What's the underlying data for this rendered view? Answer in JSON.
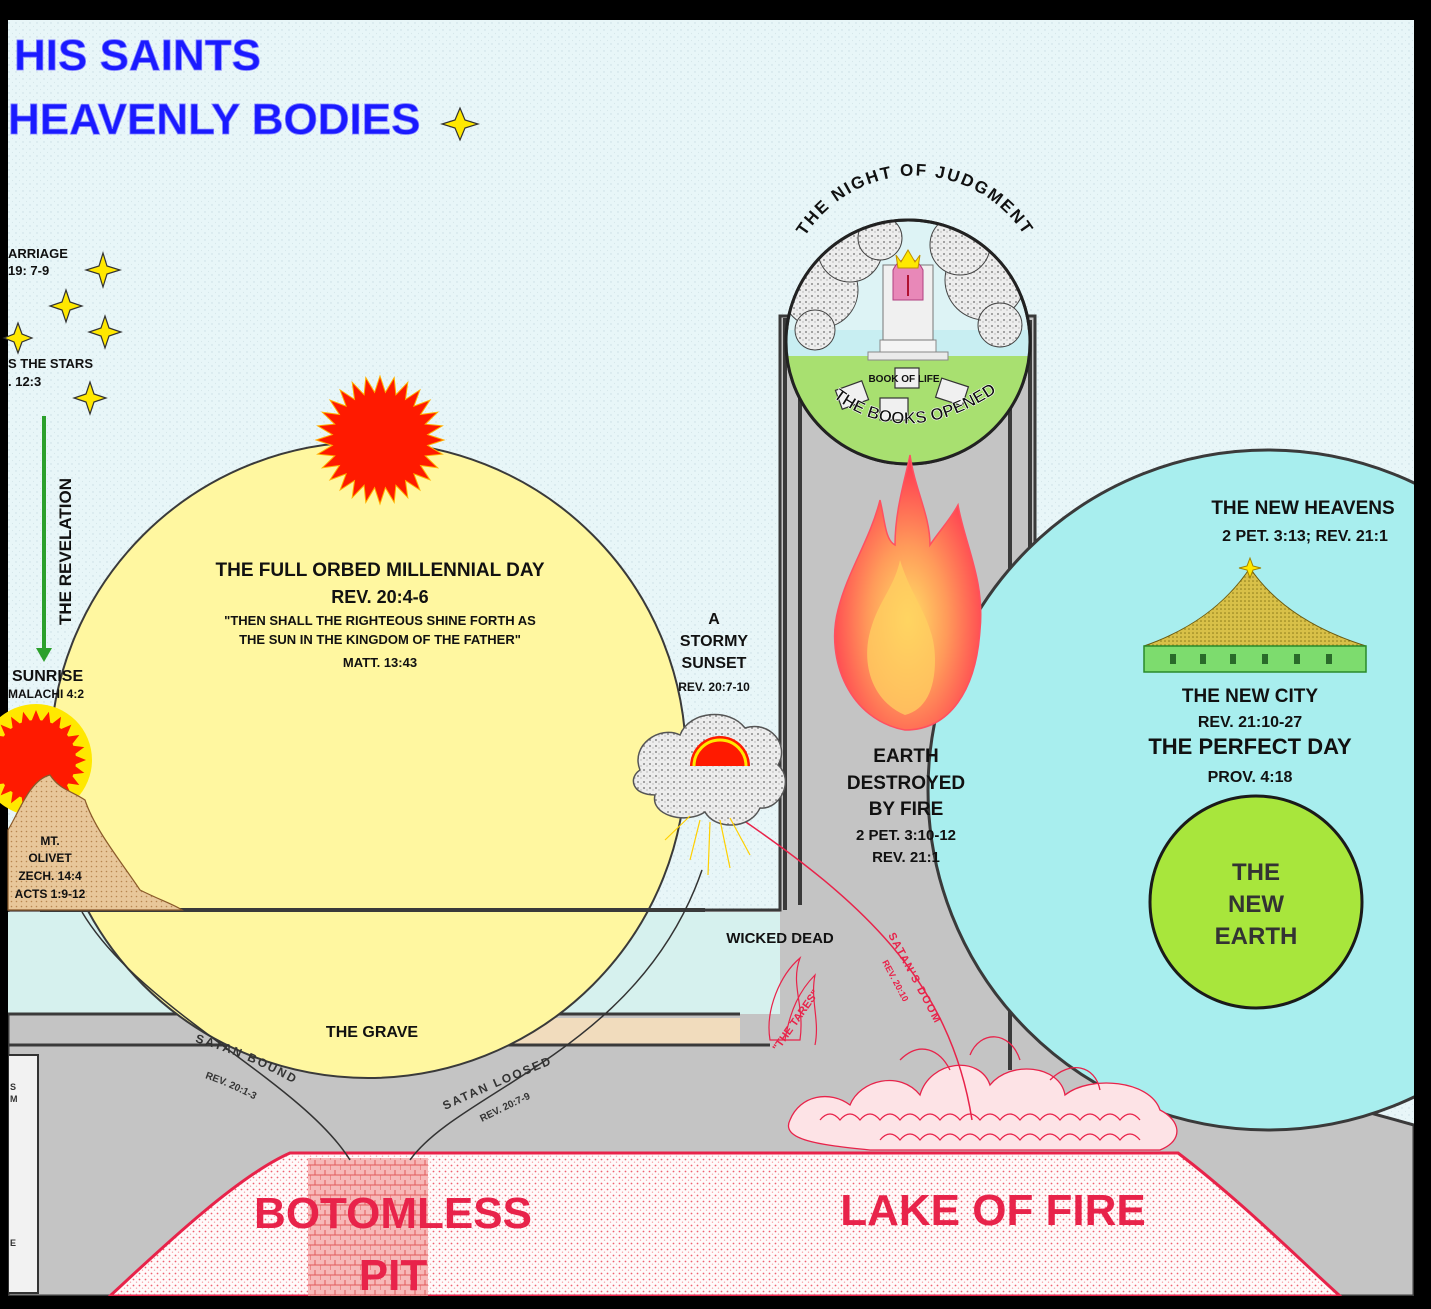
{
  "header": {
    "line1": "HIS SAINTS",
    "line2": "HEAVENLY BODIES"
  },
  "left_fragments": {
    "marriage": "ARRIAGE",
    "marriage_ref": "19: 7-9",
    "stars": "S THE STARS",
    "stars_ref": ". 12:3",
    "revelation": "THE REVELATION",
    "sunrise": "SUNRISE",
    "sunrise_ref": "MALACHI 4:2",
    "olivet": [
      "MT.",
      "OLIVET",
      "ZECH. 14:4",
      "ACTS 1:9-12"
    ],
    "side_glyphs": [
      "S",
      "M",
      "E"
    ]
  },
  "millennium": {
    "title": "THE FULL ORBED MILLENNIAL DAY",
    "ref": "REV. 20:4-6",
    "quote1": "\"THEN SHALL THE RIGHTEOUS SHINE FORTH AS",
    "quote2": "THE SUN IN THE KINGDOM OF THE FATHER\"",
    "quote_ref": "MATT. 13:43"
  },
  "sunset": {
    "lines": [
      "A",
      "STORMY",
      "SUNSET"
    ],
    "ref": "REV. 20:7-10"
  },
  "judgment": {
    "arc_title": "THE NIGHT OF JUDGMENT",
    "book_of_life": "BOOK OF LIFE",
    "books_opened": "THE BOOKS OPENED"
  },
  "earth_fire": {
    "lines": [
      "EARTH",
      "DESTROYED",
      "BY FIRE"
    ],
    "ref1": "2 PET. 3:10-12",
    "ref2": "REV. 21:1"
  },
  "new_heavens": {
    "title": "THE NEW HEAVENS",
    "ref": "2 PET. 3:13; REV. 21:1",
    "city": "THE NEW CITY",
    "city_ref": "REV. 21:10-27",
    "perfect_day": "THE PERFECT DAY",
    "perfect_ref": "PROV. 4:18",
    "earth_lines": [
      "THE",
      "NEW",
      "EARTH"
    ]
  },
  "underworld": {
    "grave": "THE GRAVE",
    "wicked_dead": "WICKED DEAD",
    "tares": "\"THE TARES\"",
    "satan_bound": "SATAN BOUND",
    "satan_bound_ref": "REV. 20:1-3",
    "satan_loosed": "SATAN LOOSED",
    "satan_loosed_ref": "REV. 20:7-9",
    "satans_doom": "SATAN'S DOOM",
    "satans_doom_ref": "REV. 20:10",
    "pit_line1": "BOTOMLESS",
    "pit_line2": "PIT",
    "lake": "LAKE OF FIRE"
  },
  "colors": {
    "sky": "#e8f6f8",
    "title_blue": "#1a1aff",
    "millennium_fill": "#fff7a0",
    "ground_grey": "#c4c4c4",
    "new_heavens_fill": "#a8eeee",
    "new_earth_fill": "#a8e63c",
    "fire_red": "#e8234a",
    "sun_red": "#ff1a00",
    "sun_yellow": "#ffe800"
  }
}
